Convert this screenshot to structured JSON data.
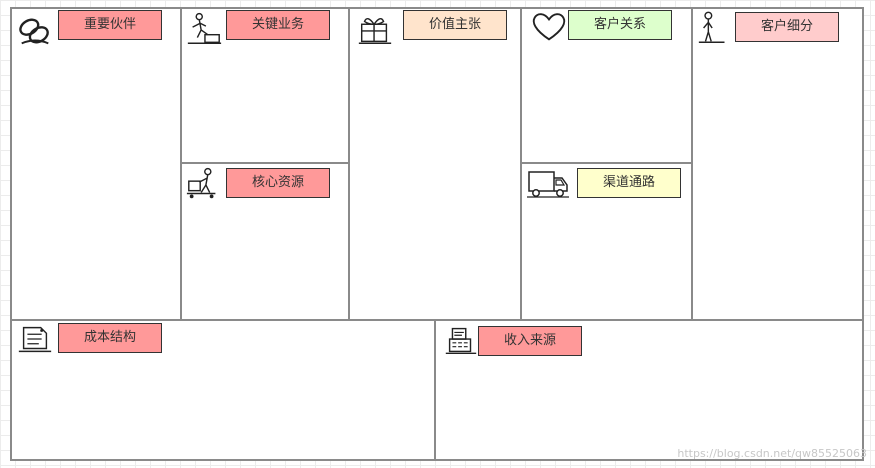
{
  "canvas": {
    "blocks": {
      "key_partners": {
        "label": "重要伙伴",
        "color": "#ff9999",
        "icon": "chain-link-icon"
      },
      "key_activities": {
        "label": "关键业务",
        "color": "#ff9999",
        "icon": "worker-icon"
      },
      "key_resources": {
        "label": "核心资源",
        "color": "#ff9999",
        "icon": "dolly-icon"
      },
      "value_propositions": {
        "label": "价值主张",
        "color": "#ffe4cc",
        "icon": "gift-icon"
      },
      "customer_relationships": {
        "label": "客户关系",
        "color": "#ddffcc",
        "icon": "heart-icon"
      },
      "channels": {
        "label": "渠道通路",
        "color": "#ffffcc",
        "icon": "truck-icon"
      },
      "customer_segments": {
        "label": "客户细分",
        "color": "#ffcccc",
        "icon": "person-icon"
      },
      "cost_structure": {
        "label": "成本结构",
        "color": "#ff9999",
        "icon": "price-tag-icon"
      },
      "revenue_streams": {
        "label": "收入来源",
        "color": "#ff9999",
        "icon": "cash-register-icon"
      }
    }
  },
  "watermark": "https://blog.csdn.net/qw85525063"
}
